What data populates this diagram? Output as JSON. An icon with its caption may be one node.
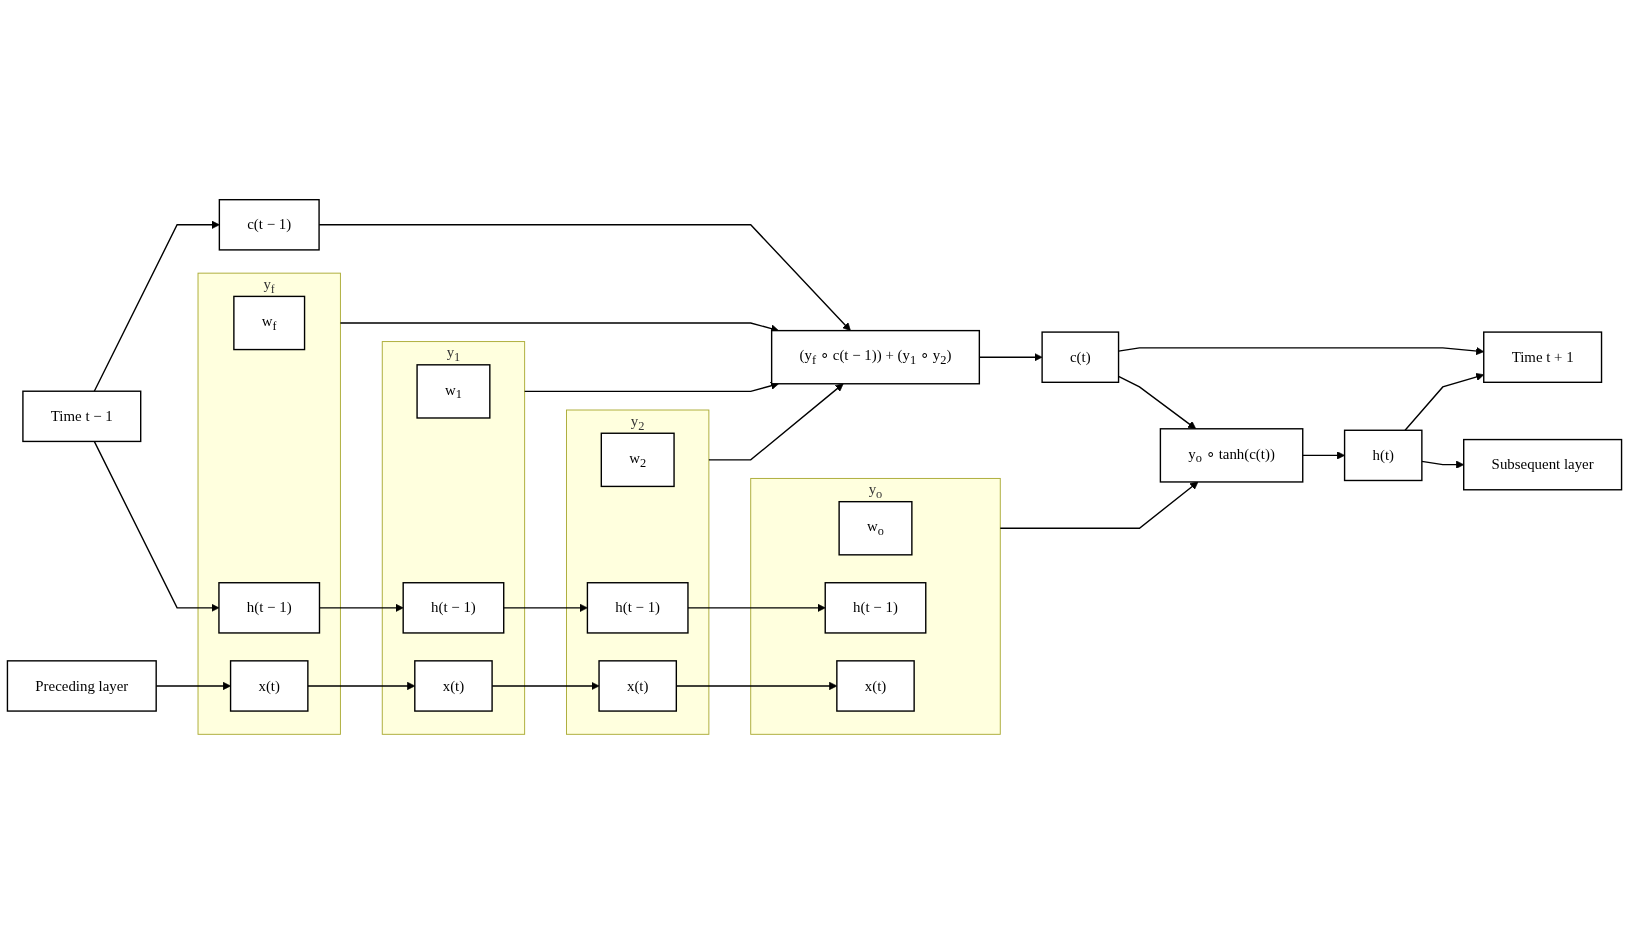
{
  "diagram": {
    "nodes": [
      {
        "text": [
          "Subsequent layer"
        ]
      },
      {
        "text": [
          "Time t − 1"
        ]
      },
      {
        "text": [
          "c(t − 1)"
        ]
      },
      {
        "text": [
          "(y$_{f}$ ∘ c(t − 1)) + (y$_{1}$ ∘ y$_{2}$)"
        ]
      },
      {
        "text": [
          "c(t)"
        ]
      },
      {
        "text": [
          "y$_{f}$"
        ]
      },
      {
        "text": [
          "w$_{f}$"
        ],
        "in": 5
      },
      {
        "text": [
          "h(t − 1)"
        ],
        "in": 5
      },
      {
        "text": [
          "x(t)"
        ],
        "in": 5
      },
      {
        "text": [
          "y$_{1}$"
        ]
      },
      {
        "text": [
          "w$_{1}$"
        ],
        "in": 9
      },
      {
        "text": [
          "h(t − 1)"
        ],
        "in": 9
      },
      {
        "text": [
          "x(t)"
        ],
        "in": 9
      },
      {
        "text": [
          "y$_{2}$"
        ]
      },
      {
        "text": [
          "w$_{2}$"
        ],
        "in": 13
      },
      {
        "text": [
          "h(t − 1)"
        ],
        "in": 13
      },
      {
        "text": [
          "x(t)"
        ],
        "in": 13
      },
      {
        "text": [
          "y$_{o}$"
        ]
      },
      {
        "text": [
          "w$_{o}$"
        ],
        "in": 17
      },
      {
        "text": [
          "h(t − 1)"
        ],
        "in": 17
      },
      {
        "text": [
          "x(t)"
        ],
        "in": 17
      },
      {
        "text": [
          "y$_{o}$ ∘ tanh(c(t))"
        ]
      },
      {
        "text": [
          "h(t)"
        ]
      },
      {
        "text": [
          "Time t + 1"
        ]
      },
      {
        "text": [
          "Preceding layer"
        ]
      }
    ],
    "edges": [
      {
        "from": 1,
        "to": 2,
        "arrow": "to"
      },
      {
        "from": 1,
        "to": 7,
        "arrow": "to"
      },
      {
        "from": 2,
        "to": 3,
        "arrow": "to"
      },
      {
        "from": 5,
        "to": 3,
        "arrow": "to"
      },
      {
        "from": 9,
        "to": 3,
        "arrow": "to"
      },
      {
        "from": 13,
        "to": 3,
        "arrow": "to"
      },
      {
        "from": 3,
        "to": 4,
        "arrow": "to"
      },
      {
        "from": 4,
        "to": 23,
        "arrow": "to"
      },
      {
        "from": 4,
        "to": 21,
        "arrow": "to"
      },
      {
        "from": 17,
        "to": 21,
        "arrow": "to"
      },
      {
        "from": 21,
        "to": 22,
        "arrow": "to"
      },
      {
        "from": 22,
        "to": 23,
        "arrow": "to"
      },
      {
        "from": 22,
        "to": 0,
        "arrow": "to"
      },
      {
        "from": 7,
        "to": 11,
        "arrow": "to"
      },
      {
        "from": 11,
        "to": 15,
        "arrow": "to"
      },
      {
        "from": 15,
        "to": 19,
        "arrow": "to"
      },
      {
        "from": 8,
        "to": 12,
        "arrow": "to"
      },
      {
        "from": 12,
        "to": 16,
        "arrow": "to"
      },
      {
        "from": 16,
        "to": 20,
        "arrow": "to"
      },
      {
        "from": 24,
        "to": 8,
        "arrow": "to"
      }
    ]
  }
}
